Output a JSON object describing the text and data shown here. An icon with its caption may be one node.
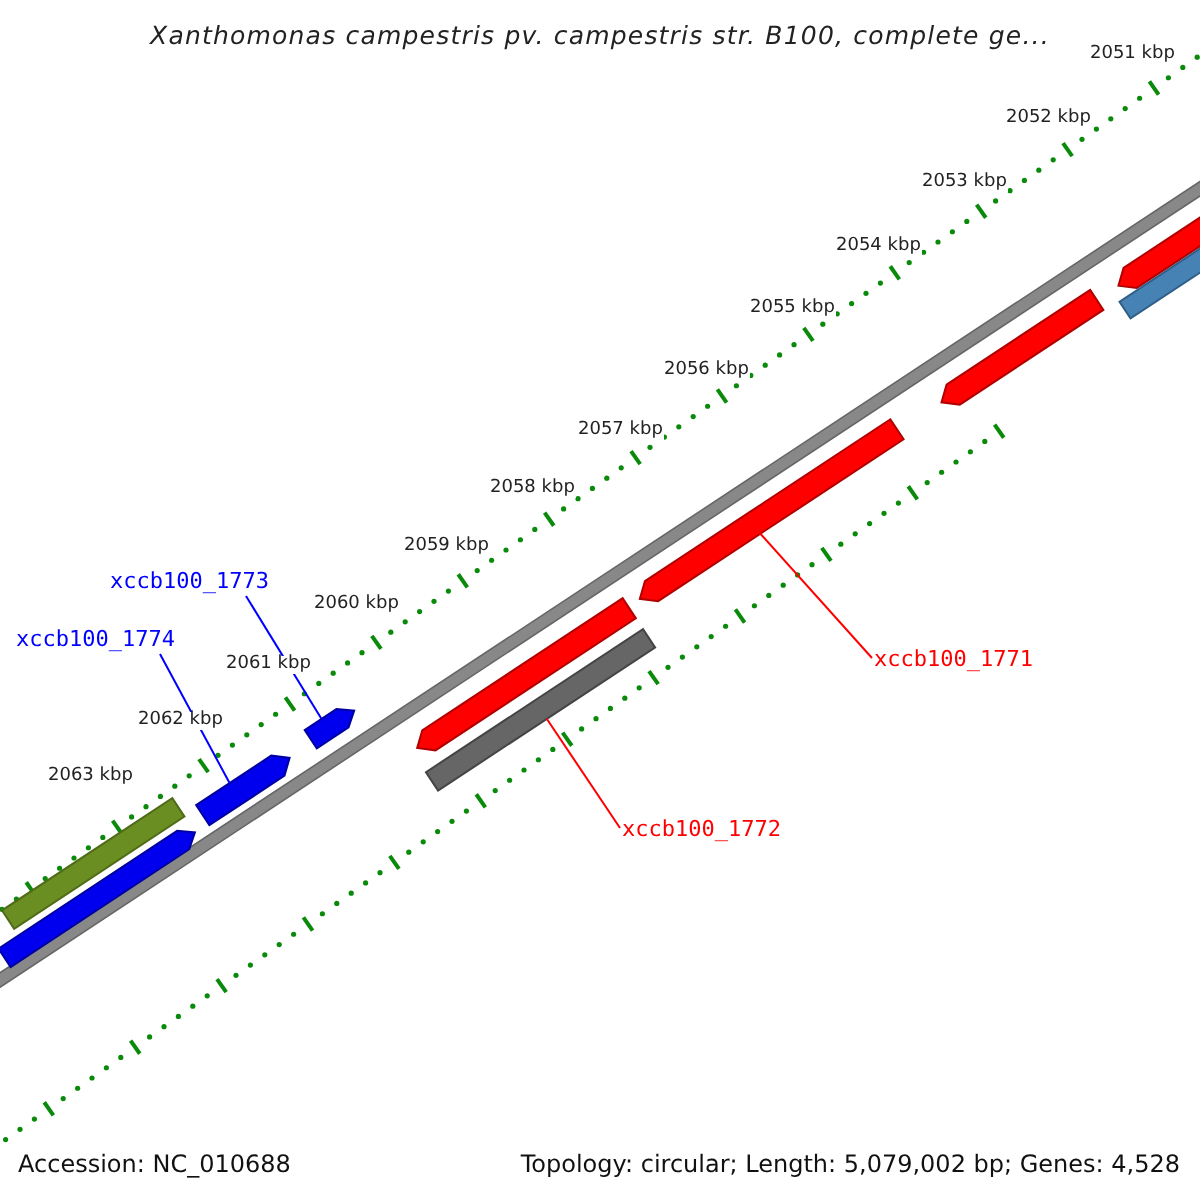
{
  "diagram": {
    "title": "Xanthomonas campestris pv. campestris str. B100, complete ge...",
    "nodes": [
      {
        "text": [
          "xccb100_1773"
        ]
      },
      {
        "text": [
          "xccb100_1774"
        ]
      },
      {
        "text": [
          "xccb100_1771"
        ]
      },
      {
        "text": [
          "xccb100_1772"
        ]
      },
      {
        "text": [],
        "shape": "bar"
      },
      {
        "text": [],
        "shape": "arrow"
      },
      {
        "text": [],
        "shape": "arrow"
      },
      {
        "text": [],
        "shape": "arrow"
      },
      {
        "text": [],
        "shape": "arrow"
      },
      {
        "text": [],
        "shape": "bar"
      },
      {
        "text": [],
        "shape": "arrow"
      },
      {
        "text": [],
        "shape": "arrow"
      },
      {
        "text": [],
        "shape": "arrow"
      },
      {
        "text": [],
        "shape": "bar"
      }
    ],
    "edges": [
      {
        "from": 0,
        "to": 7,
        "arrow": "none",
        "color": "#0000ff"
      },
      {
        "from": 1,
        "to": 6,
        "arrow": "none",
        "color": "#0000ff"
      },
      {
        "from": 2,
        "to": 10,
        "arrow": "none",
        "color": "#ff0000"
      },
      {
        "from": 3,
        "to": 9,
        "arrow": "none",
        "color": "#ff0000"
      }
    ],
    "labels": [
      "2051 kbp",
      "2052 kbp",
      "2053 kbp",
      "2054 kbp",
      "2055 kbp",
      "2056 kbp",
      "2057 kbp",
      "2058 kbp",
      "2059 kbp",
      "2060 kbp",
      "2061 kbp",
      "2062 kbp",
      "2063 kbp",
      "Accession: NC_010688",
      "Topology: circular; Length: 5,079,002 bp; Genes: 4,528"
    ]
  }
}
